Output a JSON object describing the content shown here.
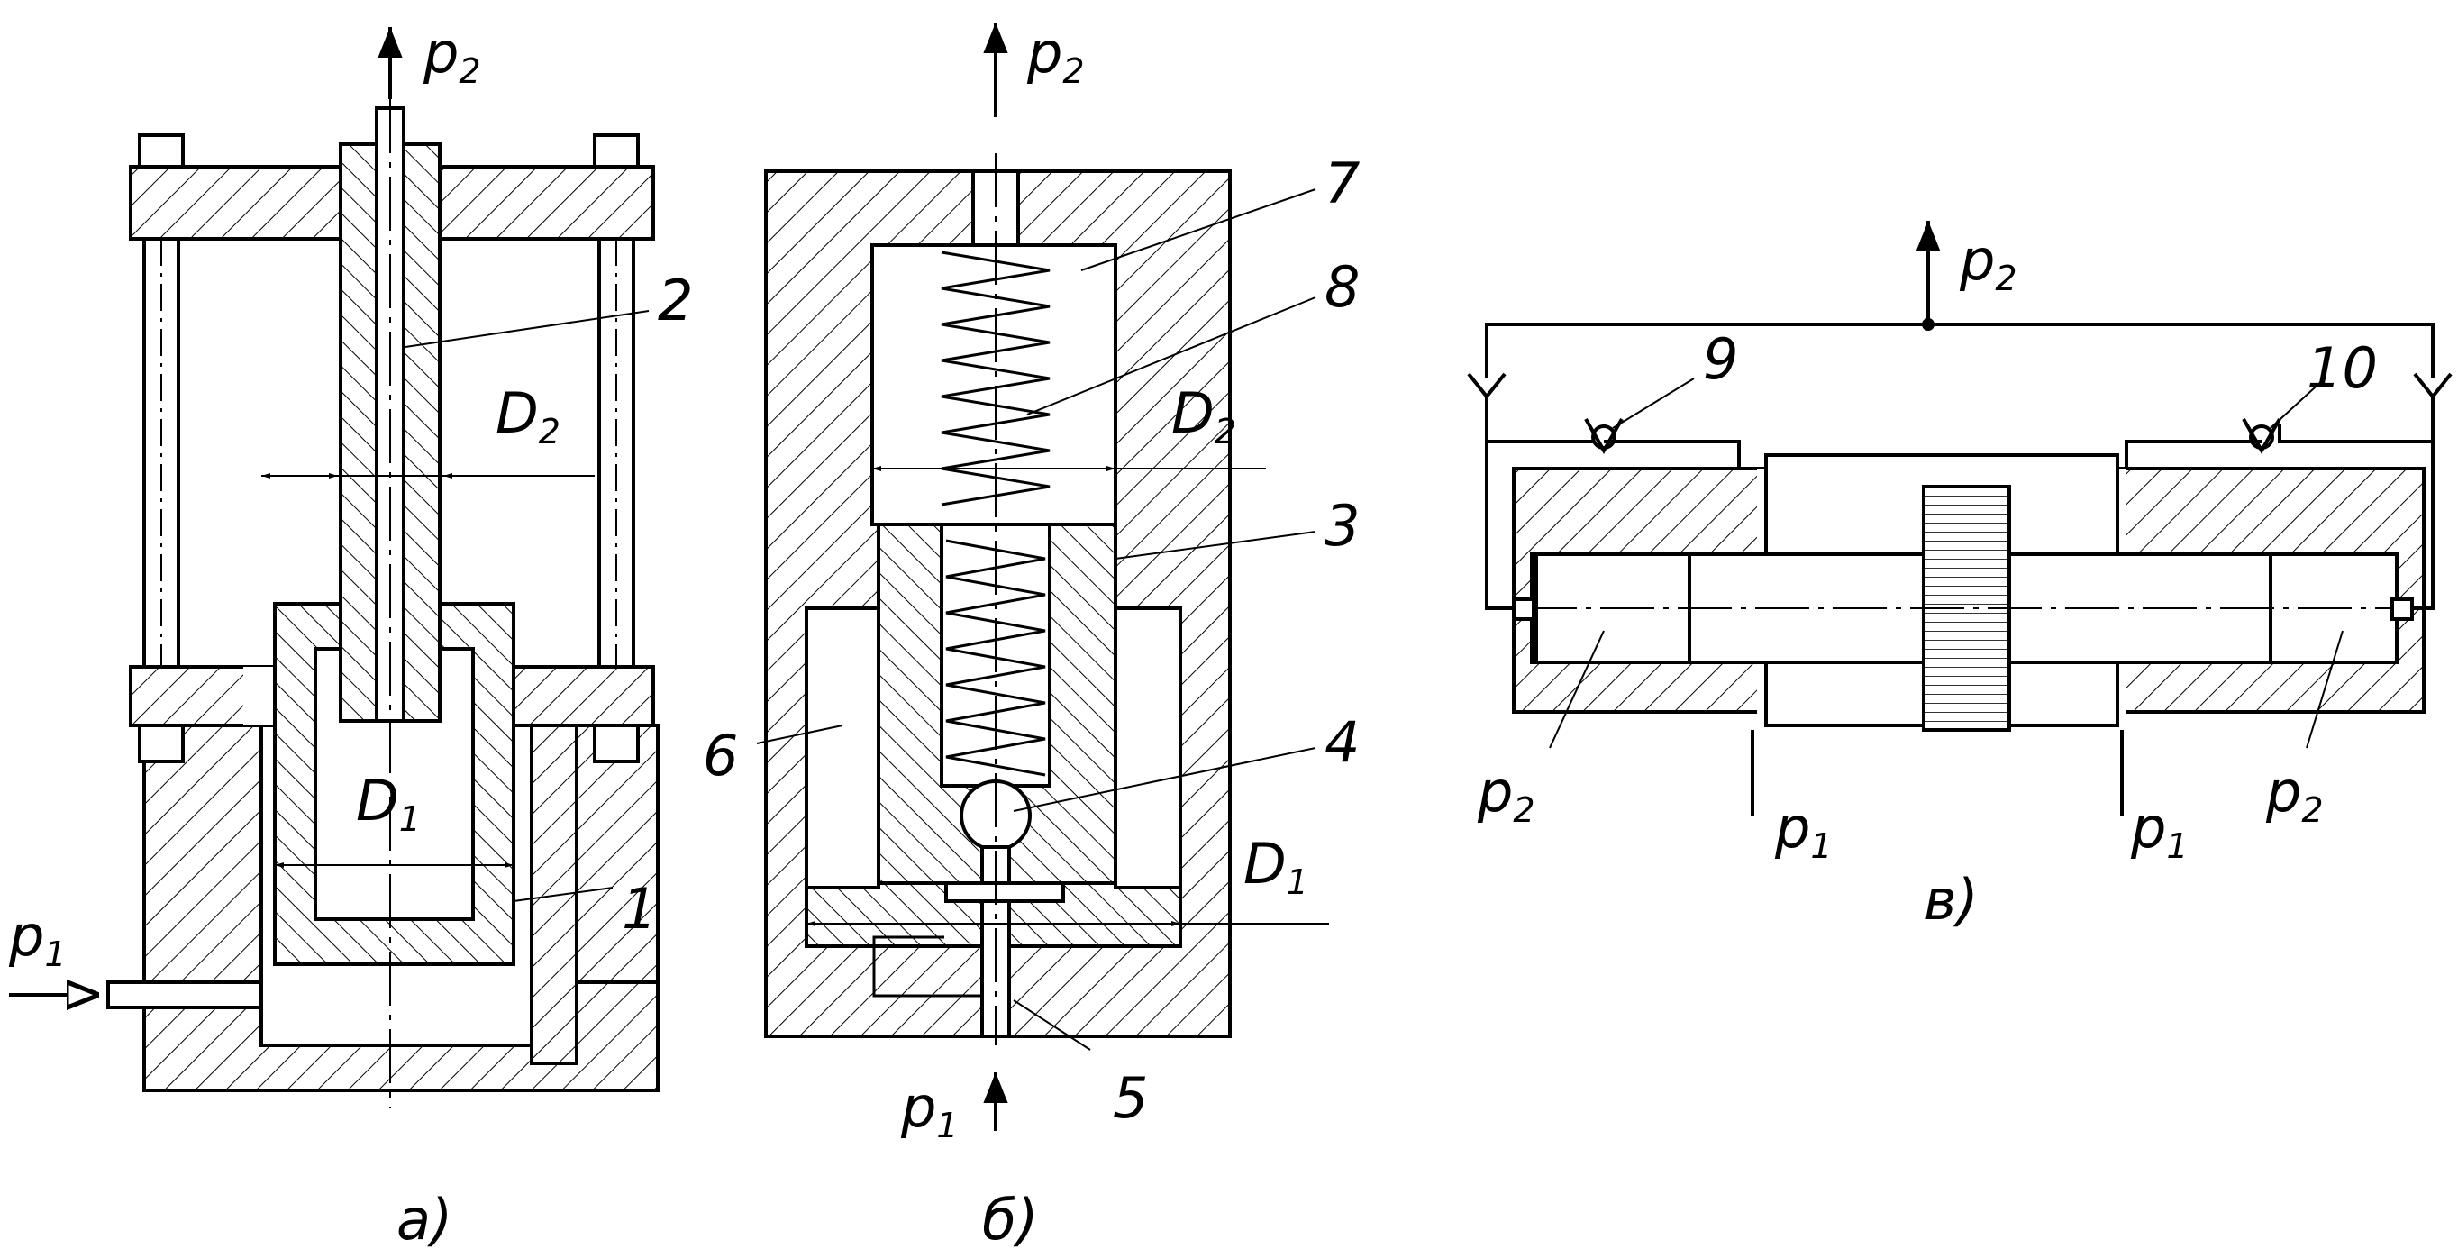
{
  "colors": {
    "ink": "#000000",
    "paper": "#ffffff"
  },
  "panel_a": {
    "caption": "а)",
    "p2": {
      "base": "p",
      "sub": "2"
    },
    "p1": {
      "base": "p",
      "sub": "1"
    },
    "d2": {
      "base": "D",
      "sub": "2"
    },
    "d1": {
      "base": "D",
      "sub": "1"
    },
    "callouts": [
      "2",
      "1"
    ]
  },
  "panel_b": {
    "caption": "б)",
    "p2": {
      "base": "p",
      "sub": "2"
    },
    "p1": {
      "base": "p",
      "sub": "1"
    },
    "d2": {
      "base": "D",
      "sub": "2"
    },
    "d1": {
      "base": "D",
      "sub": "1"
    },
    "callouts": [
      "7",
      "8",
      "3",
      "6",
      "4",
      "5"
    ]
  },
  "panel_c": {
    "caption": "в)",
    "p2": {
      "base": "p",
      "sub": "2"
    },
    "p2_left": {
      "base": "p",
      "sub": "2"
    },
    "p2_right": {
      "base": "p",
      "sub": "2"
    },
    "p1_left": {
      "base": "p",
      "sub": "1"
    },
    "p1_right": {
      "base": "p",
      "sub": "1"
    },
    "callouts": [
      "9",
      "10"
    ]
  }
}
